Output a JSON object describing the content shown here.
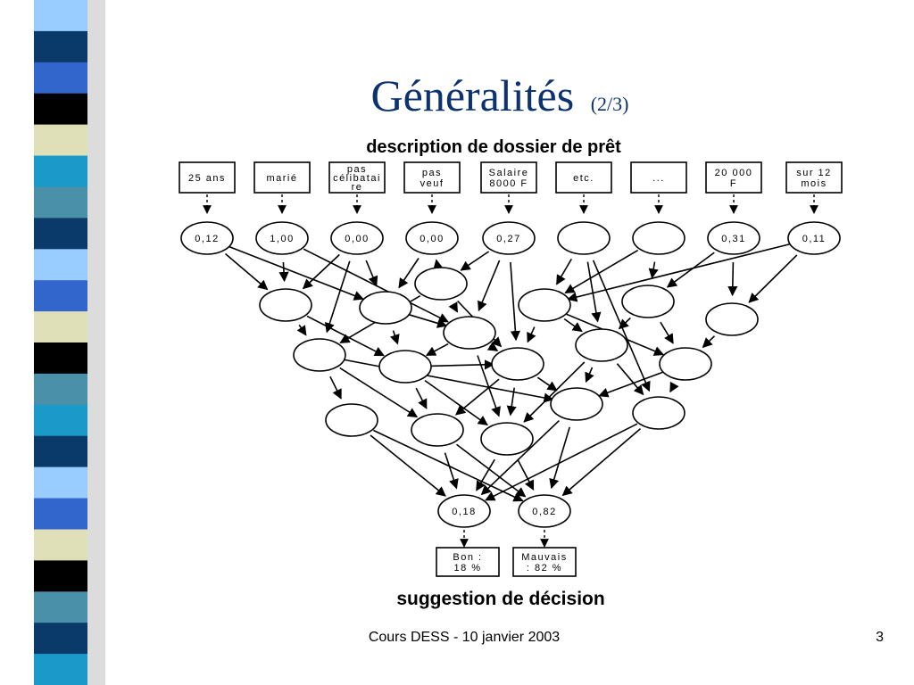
{
  "slide": {
    "title": "Généralités",
    "subtitle": "(2/3)",
    "footer": "Cours DESS - 10 janvier 2003",
    "page_number": "3"
  },
  "diagram": {
    "heading": "description de dossier de prêt",
    "bottom_heading": "suggestion de décision",
    "inputs": [
      {
        "lines": [
          "25 ans"
        ]
      },
      {
        "lines": [
          "marié"
        ]
      },
      {
        "lines": [
          "pas",
          "célibatai",
          "re"
        ]
      },
      {
        "lines": [
          "pas",
          "veuf"
        ]
      },
      {
        "lines": [
          "Salaire",
          "8000 F"
        ]
      },
      {
        "lines": [
          "etc."
        ]
      },
      {
        "lines": [
          "..."
        ]
      },
      {
        "lines": [
          "20 000",
          "F"
        ]
      },
      {
        "lines": [
          "sur 12",
          "mois"
        ]
      }
    ],
    "input_values": [
      "0,12",
      "1,00",
      "0,00",
      "0,00",
      "0,27",
      "",
      "",
      "0,31",
      "0,11"
    ],
    "outputs": [
      "0,18",
      "0,82"
    ],
    "decisions": [
      {
        "lines": [
          "Bon :",
          "18 %"
        ]
      },
      {
        "lines": [
          "Mauvais",
          ": 82 %"
        ]
      }
    ]
  },
  "colors": {
    "title": "#0c3370",
    "stripe_light_blue": "#99ccff",
    "stripe_cyan": "#1a9ac9",
    "stripe_navy": "#0a3a6a",
    "stripe_royal": "#3366cc",
    "stripe_cream": "#e0e0b8",
    "stripe_teal": "#4a90a8",
    "stripe_black": "#000000"
  }
}
